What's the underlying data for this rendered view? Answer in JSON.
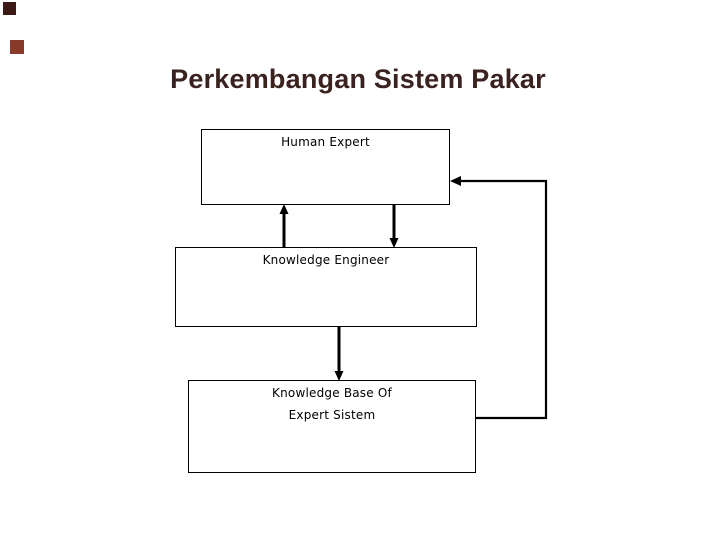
{
  "slide": {
    "title": "Perkembangan Sistem Pakar",
    "title_color": "#3a2220",
    "background_color": "#ffffff",
    "line_color": "#000000"
  },
  "decorations": {
    "square_top_color": "#3b1a16",
    "square_bottom_color": "#8a3a2a"
  },
  "diagram": {
    "boxes": [
      {
        "id": "human-expert",
        "label": "Human Expert"
      },
      {
        "id": "knowledge-engineer",
        "label": "Knowledge Engineer"
      },
      {
        "id": "knowledge-base",
        "label_line1": "Knowledge Base Of",
        "label_line2": "Expert Sistem"
      }
    ],
    "connections": [
      {
        "from": "knowledge-engineer",
        "to": "human-expert",
        "style": "vertical-arrow-up"
      },
      {
        "from": "human-expert",
        "to": "knowledge-engineer",
        "style": "vertical-arrow-down"
      },
      {
        "from": "knowledge-engineer",
        "to": "knowledge-base",
        "style": "vertical-arrow-down"
      },
      {
        "from": "knowledge-base",
        "to": "human-expert",
        "style": "feedback-loop-right-side"
      }
    ]
  }
}
